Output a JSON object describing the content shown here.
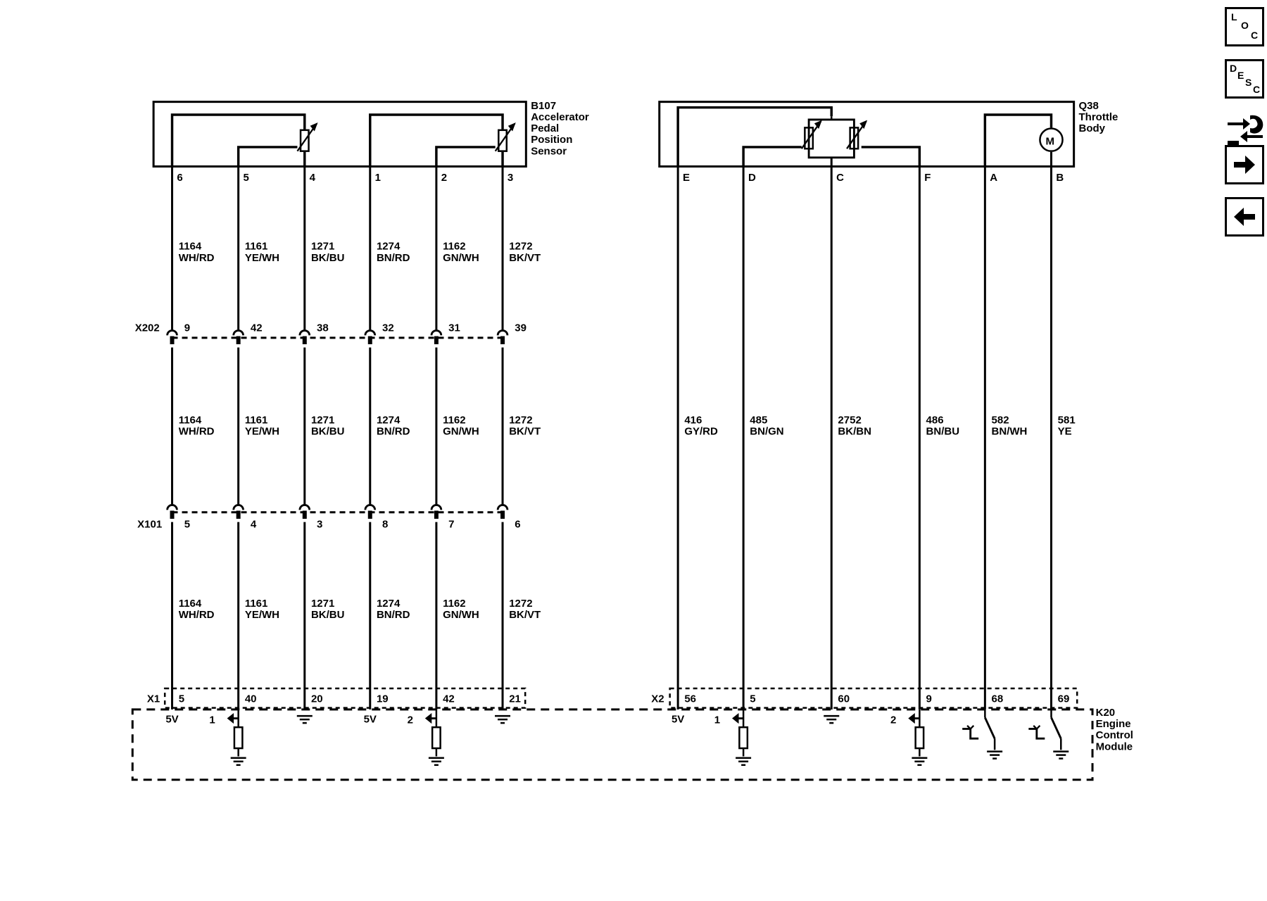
{
  "toolbar": {
    "loc": [
      "L",
      "O",
      "C"
    ],
    "desc": [
      "D",
      "E",
      "S",
      "C"
    ]
  },
  "components": {
    "b107": {
      "id": "B107",
      "name_lines": [
        "Accelerator",
        "Pedal",
        "Position",
        "Sensor"
      ]
    },
    "q38": {
      "id": "Q38",
      "name_lines": [
        "Throttle",
        "Body"
      ]
    },
    "k20": {
      "id": "K20",
      "name_lines": [
        "Engine",
        "Control",
        "Module"
      ]
    },
    "motor_symbol": "M"
  },
  "connectors": {
    "x202": "X202",
    "x101": "X101",
    "x1": "X1",
    "x2": "X2"
  },
  "b107_circuits": [
    {
      "pin": "6",
      "circuit": "1164",
      "color": "WH/RD",
      "x202": "9",
      "x101": "5",
      "x1": "5",
      "ecm": "5V"
    },
    {
      "pin": "5",
      "circuit": "1161",
      "color": "YE/WH",
      "x202": "42",
      "x101": "4",
      "x1": "40",
      "ecm": "1"
    },
    {
      "pin": "4",
      "circuit": "1271",
      "color": "BK/BU",
      "x202": "38",
      "x101": "3",
      "x1": "20",
      "ecm": ""
    },
    {
      "pin": "1",
      "circuit": "1274",
      "color": "BN/RD",
      "x202": "32",
      "x101": "8",
      "x1": "19",
      "ecm": "5V"
    },
    {
      "pin": "2",
      "circuit": "1162",
      "color": "GN/WH",
      "x202": "31",
      "x101": "7",
      "x1": "42",
      "ecm": "2"
    },
    {
      "pin": "3",
      "circuit": "1272",
      "color": "BK/VT",
      "x202": "39",
      "x101": "6",
      "x1": "21",
      "ecm": ""
    }
  ],
  "q38_circuits": [
    {
      "pin": "E",
      "circuit": "416",
      "color": "GY/RD",
      "x2": "56",
      "ecm": "5V"
    },
    {
      "pin": "D",
      "circuit": "485",
      "color": "BN/GN",
      "x2": "5",
      "ecm": "1"
    },
    {
      "pin": "C",
      "circuit": "2752",
      "color": "BK/BN",
      "x2": "60",
      "ecm": ""
    },
    {
      "pin": "F",
      "circuit": "486",
      "color": "BN/BU",
      "x2": "9",
      "ecm": "2"
    },
    {
      "pin": "A",
      "circuit": "582",
      "color": "BN/WH",
      "x2": "68",
      "ecm": ""
    },
    {
      "pin": "B",
      "circuit": "581",
      "color": "YE",
      "x2": "69",
      "ecm": ""
    }
  ]
}
